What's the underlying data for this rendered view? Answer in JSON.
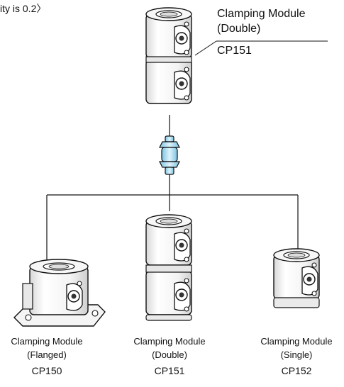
{
  "header_fragment": "ity is 0.2〉",
  "top_module": {
    "name_line1": "Clamping Module",
    "name_line2": "(Double)",
    "code": "CP151"
  },
  "modules": [
    {
      "name": "Clamping Module",
      "variant": "(Flanged)",
      "code": "CP150"
    },
    {
      "name": "Clamping Module",
      "variant": "(Double)",
      "code": "CP151"
    },
    {
      "name": "Clamping Module",
      "variant": "(Single)",
      "code": "CP152"
    }
  ],
  "colors": {
    "line": "#111111",
    "body": "#f4f4f4",
    "accent_blue": "#a9dcef"
  }
}
